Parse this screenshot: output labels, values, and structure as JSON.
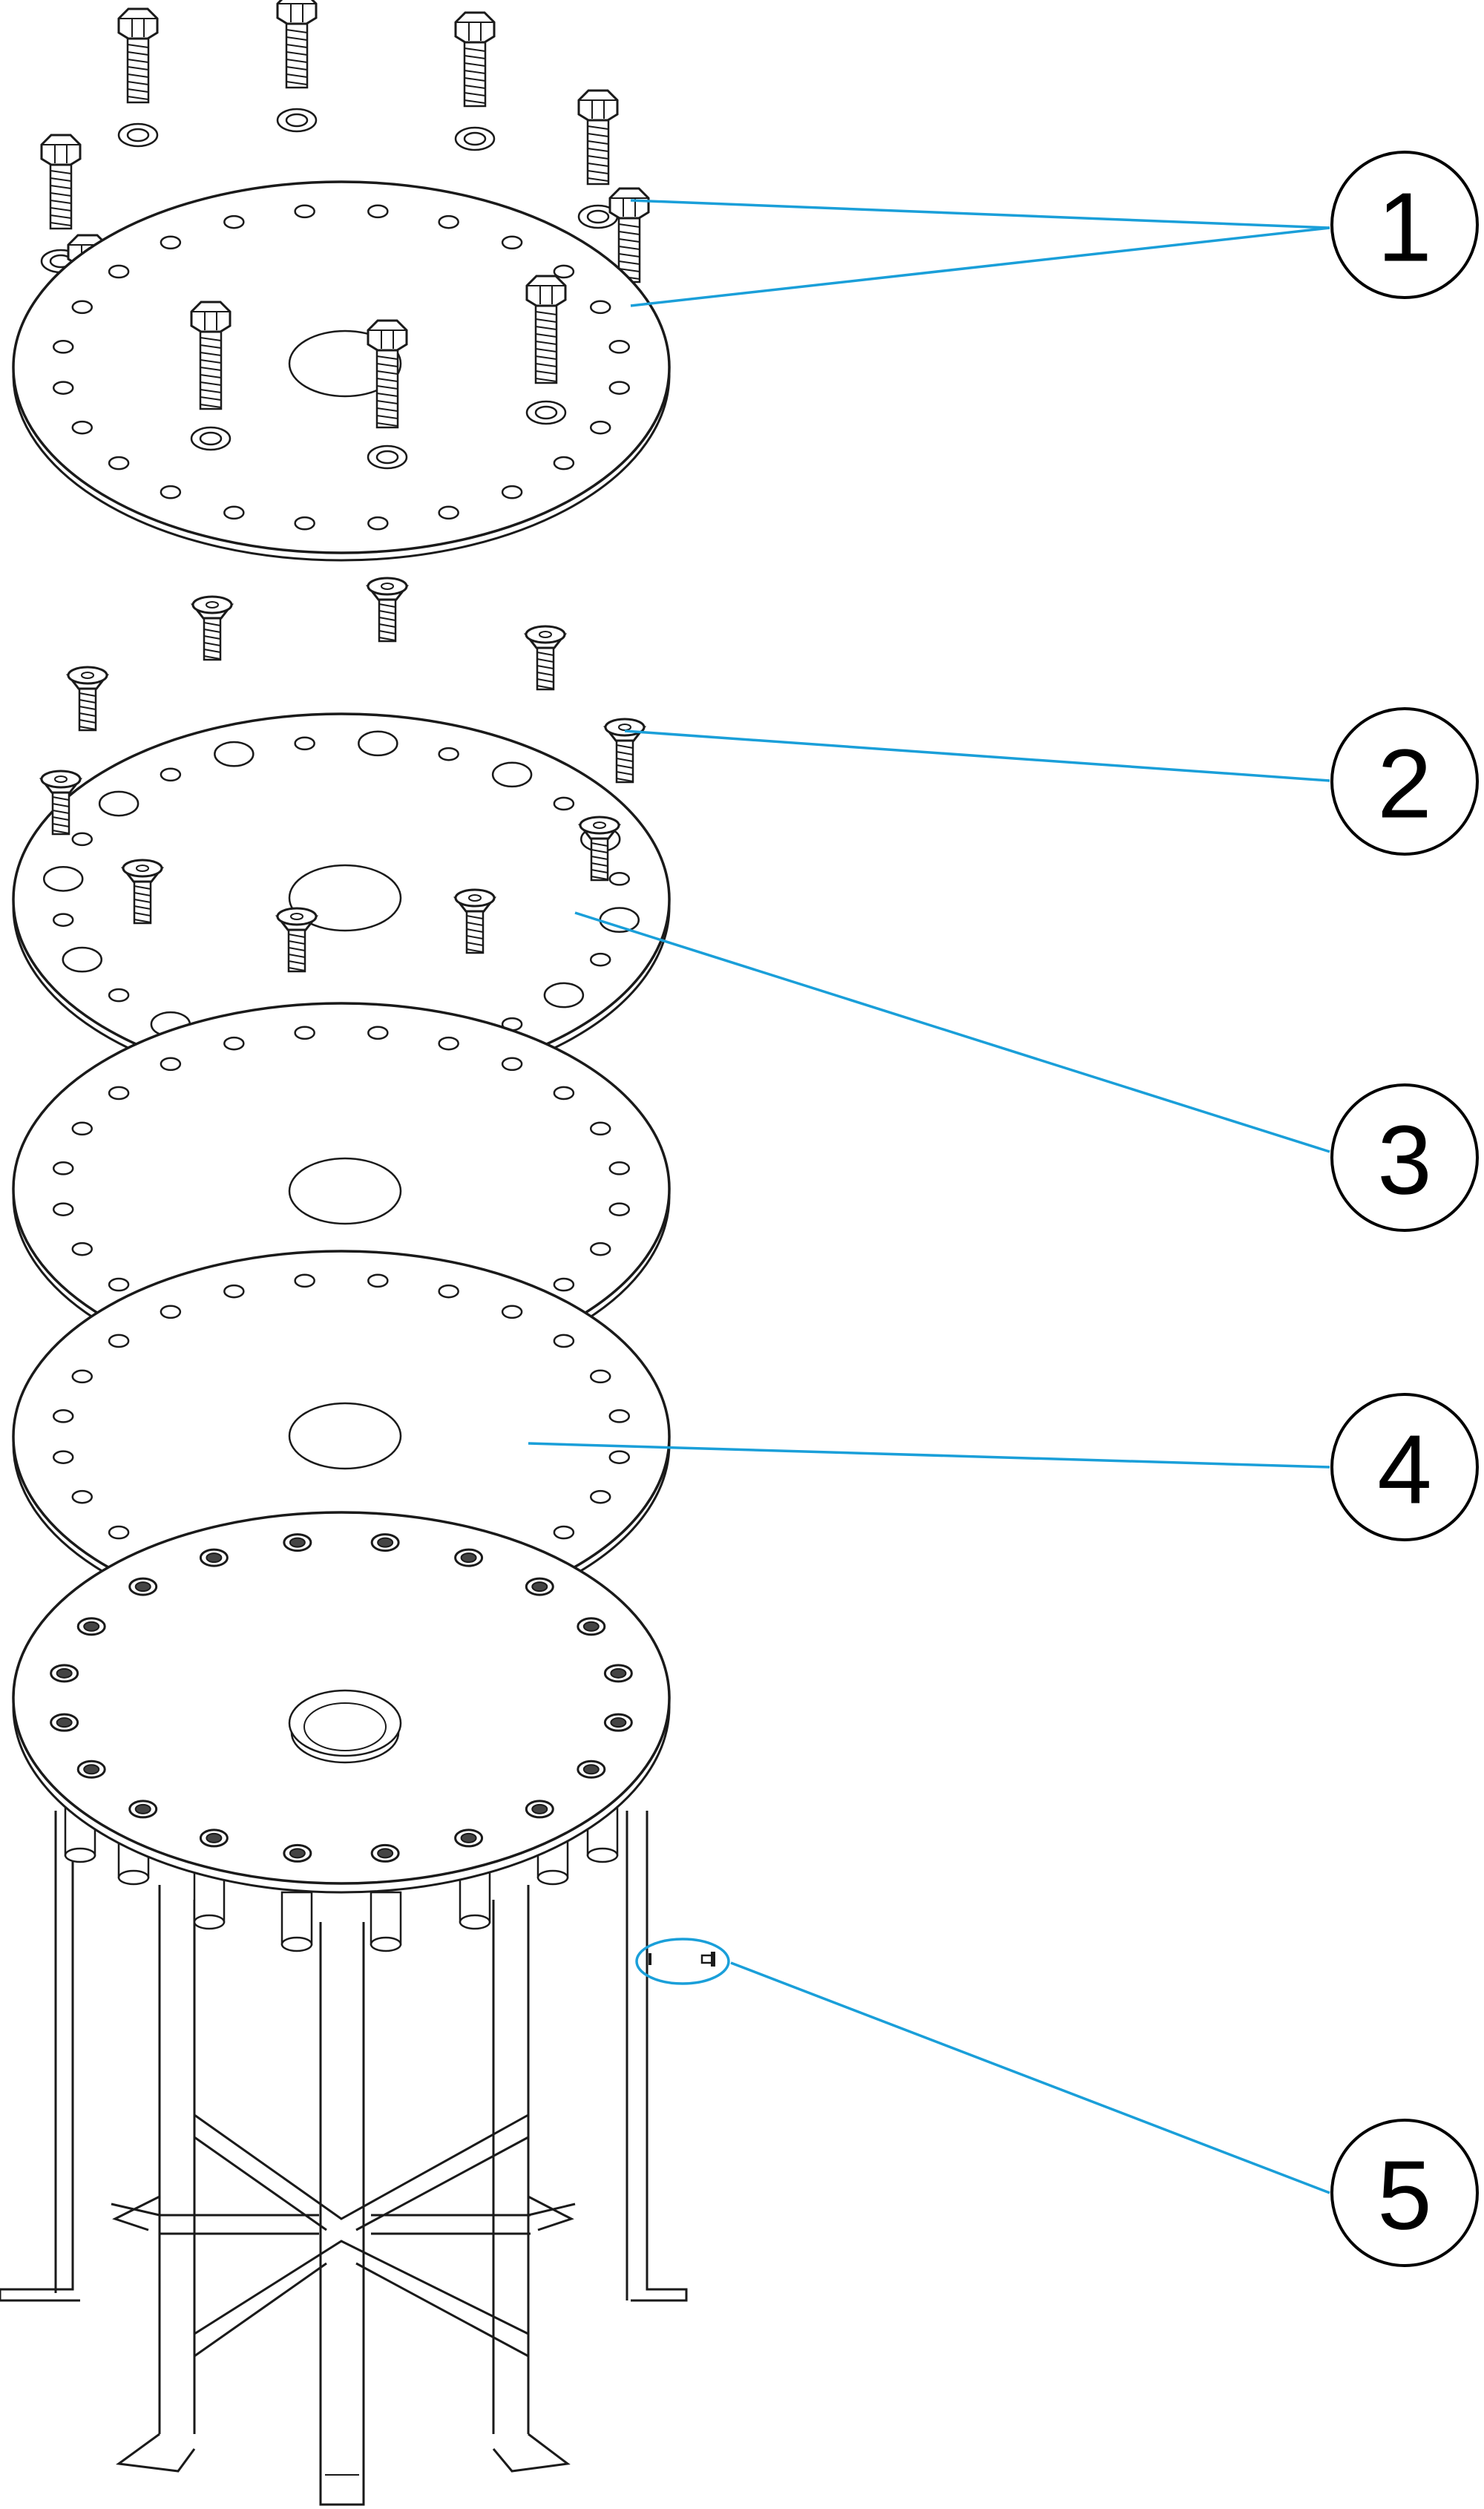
{
  "accent_color": "#1a9fd9",
  "line_color": "#1a1a1a",
  "callouts": [
    {
      "label": "1"
    },
    {
      "label": "2"
    },
    {
      "label": "3"
    },
    {
      "label": "4"
    },
    {
      "label": "5"
    }
  ]
}
